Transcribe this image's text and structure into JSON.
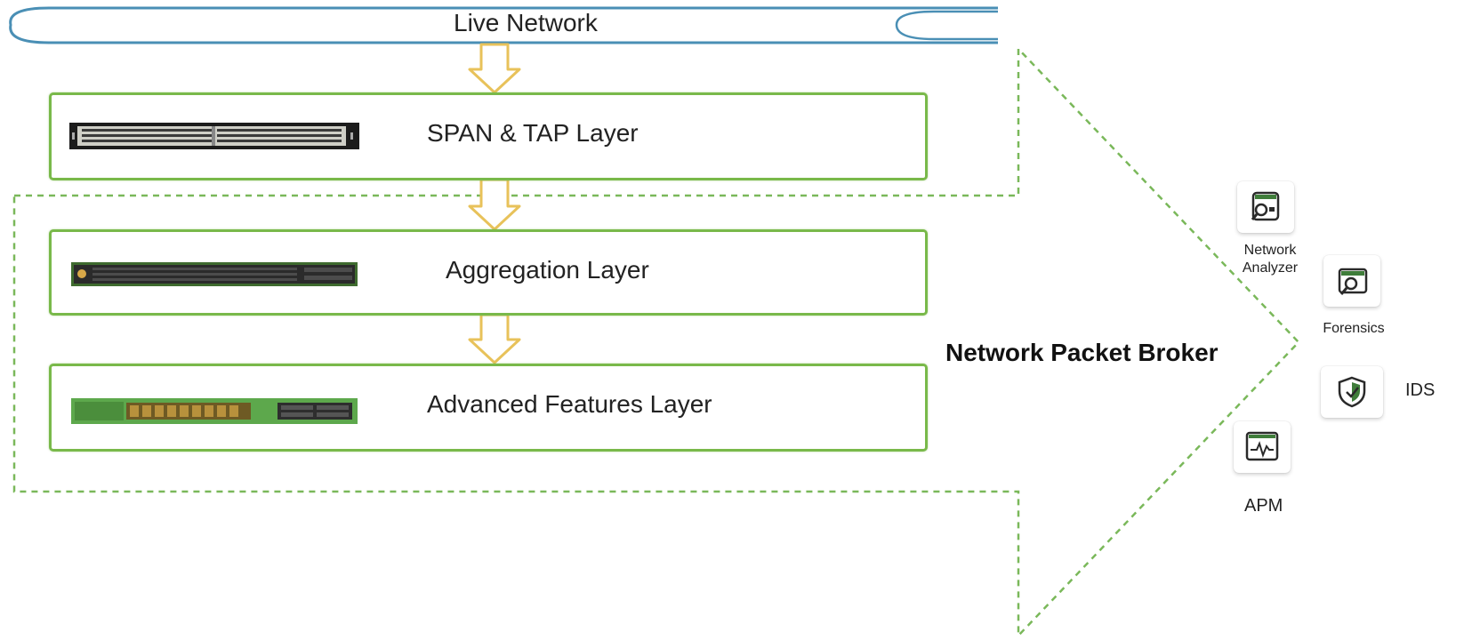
{
  "colors": {
    "pipe": "#4a8fb5",
    "layer_border": "#79b94a",
    "arrow": "#e8c25a",
    "dashed": "#7ab85a"
  },
  "live_network": {
    "label": "Live Network"
  },
  "layers": [
    {
      "label": "SPAN & TAP Layer",
      "device": "span-tap-switch"
    },
    {
      "label": "Aggregation Layer",
      "device": "aggregation-switch"
    },
    {
      "label": "Advanced Features Layer",
      "device": "advanced-features-switch"
    }
  ],
  "broker": {
    "label": "Network Packet Broker"
  },
  "tools": [
    {
      "label": "Network\nAnalyzer",
      "icon": "network-analyzer-icon"
    },
    {
      "label": "Forensics",
      "icon": "forensics-icon"
    },
    {
      "label": "IDS",
      "icon": "ids-shield-icon"
    },
    {
      "label": "APM",
      "icon": "apm-monitor-icon"
    }
  ]
}
